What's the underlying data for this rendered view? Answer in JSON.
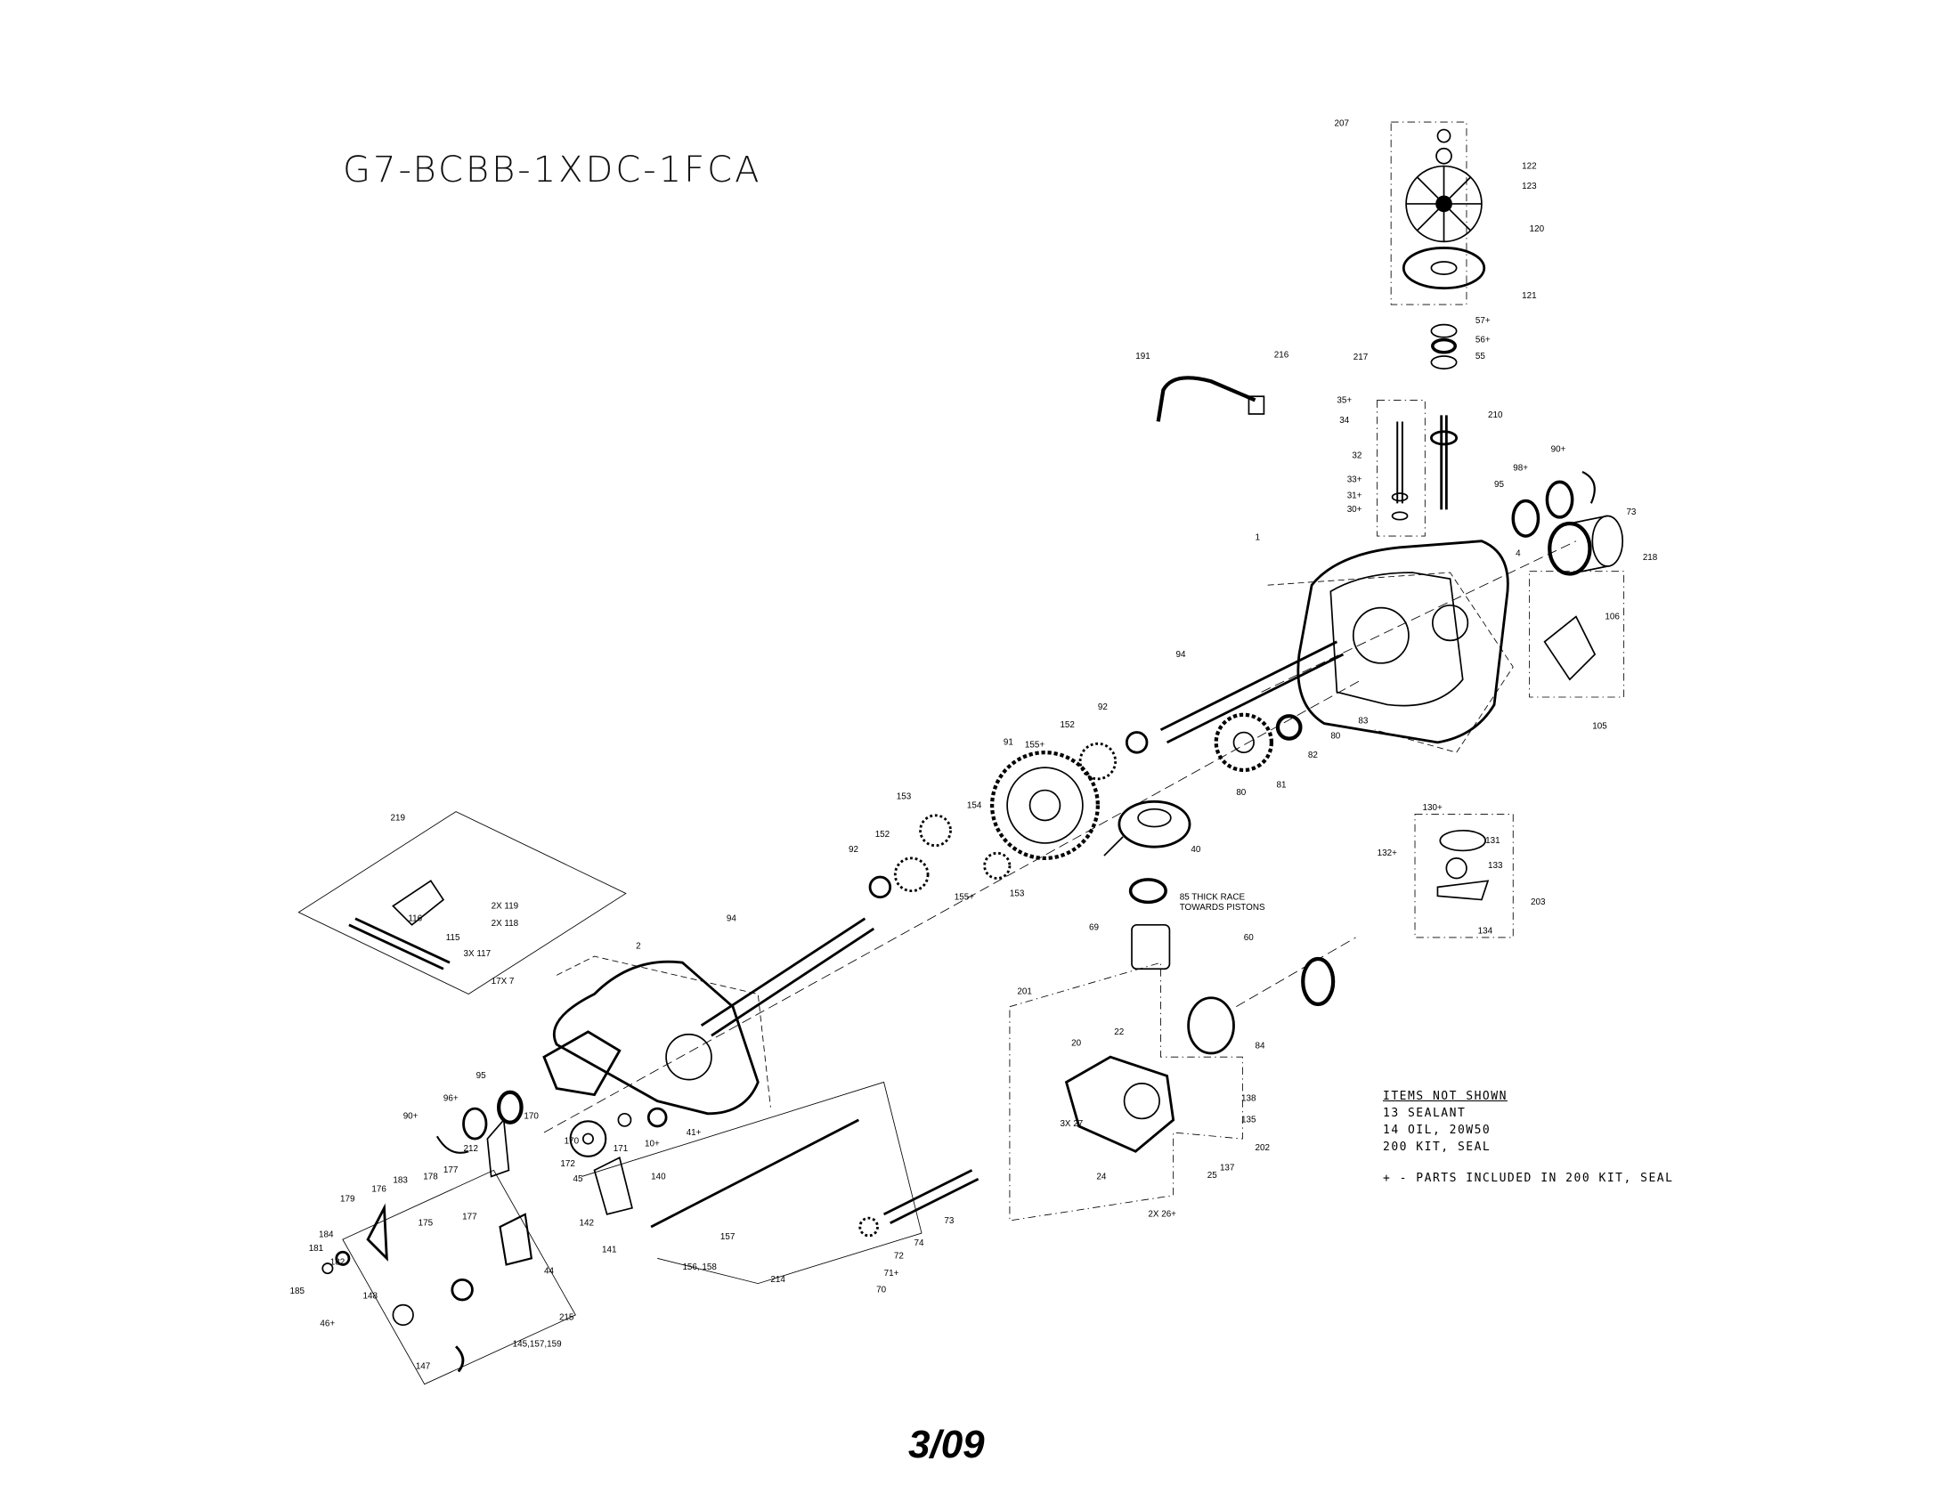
{
  "title": "G7-BCBB-1XDC-1FCA",
  "page_label": "3/09",
  "items_not_shown": {
    "heading": "ITEMS NOT SHOWN",
    "items": [
      "13  SEALANT",
      "14  OIL, 20W50",
      "200 KIT, SEAL"
    ],
    "footnote": "+ - PARTS INCLUDED IN 200 KIT, SEAL"
  },
  "callouts": [
    "207",
    "122",
    "123",
    "120",
    "121",
    "57+",
    "56+",
    "55",
    "191",
    "216",
    "217",
    "35+",
    "34",
    "210",
    "32",
    "33+",
    "31+",
    "30+",
    "90+",
    "98+",
    "95",
    "73",
    "1",
    "4",
    "218",
    "106",
    "105",
    "94",
    "92",
    "83",
    "80",
    "82",
    "81",
    "80",
    "91",
    "155+",
    "152",
    "130+",
    "131",
    "132+",
    "133",
    "203",
    "134",
    "153",
    "154",
    "92",
    "152",
    "155+",
    "153",
    "40",
    "85 THICK RACE",
    "TOWARDS PISTONS",
    "219",
    "2X 119",
    "2X 118",
    "116",
    "115",
    "3X 117",
    "94",
    "17X 7",
    "2",
    "69",
    "60",
    "201",
    "22",
    "20",
    "84",
    "95",
    "96+",
    "90+",
    "170",
    "170",
    "212",
    "172",
    "171",
    "10+",
    "41+",
    "140",
    "3X 27",
    "138",
    "135",
    "202",
    "137",
    "25",
    "24",
    "2X 26+",
    "183",
    "178",
    "177",
    "176",
    "175",
    "177",
    "179",
    "45",
    "142",
    "141",
    "157",
    "156, 158",
    "214",
    "73",
    "72",
    "74",
    "71+",
    "70",
    "184",
    "181",
    "182",
    "185",
    "148",
    "44",
    "46+",
    "145,157,159",
    "215",
    "147"
  ]
}
